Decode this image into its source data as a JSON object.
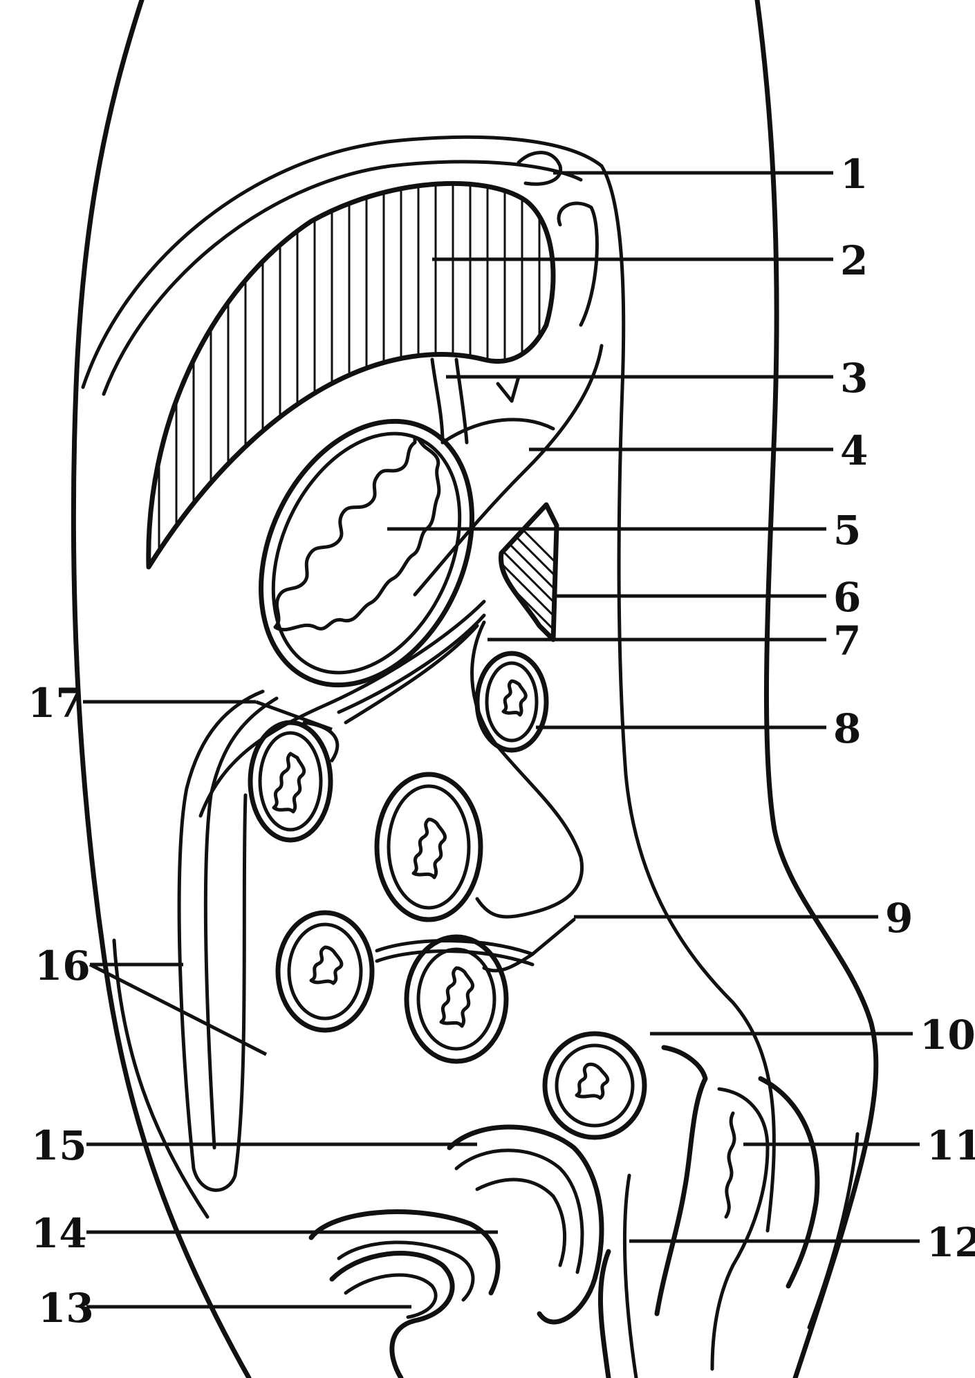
{
  "labels": {
    "l1": "1",
    "l2": "2",
    "l3": "3",
    "l4": "4",
    "l5": "5",
    "l6": "6",
    "l7": "7",
    "l8": "8",
    "l9": "9",
    "l10": "10",
    "l11": "11",
    "l12": "12",
    "l13": "13",
    "l14": "14",
    "l15": "15",
    "l16": "16",
    "l17": "17"
  },
  "colors": {
    "ink": "#111111",
    "paper": "#ffffff"
  }
}
